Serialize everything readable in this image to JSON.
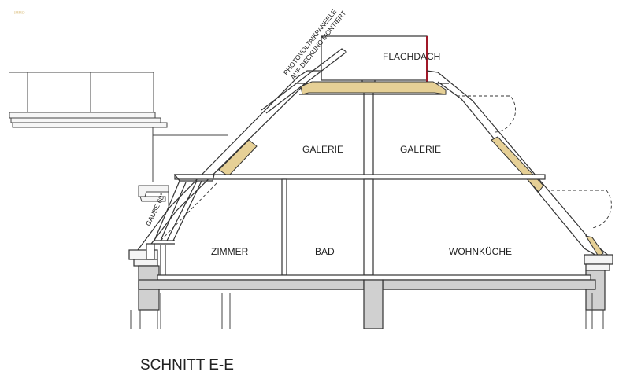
{
  "watermark": "IMMO",
  "title": "SCHNITT E-E",
  "rooms": {
    "flachdach": "FLACHDACH",
    "galerie_left": "GALERIE",
    "galerie_right": "GALERIE",
    "zimmer": "ZIMMER",
    "bad": "BAD",
    "wohnkueche": "WOHNKÜCHE"
  },
  "annotations": {
    "pv_line1": "PHOTOVOLTAIKPANEELE",
    "pv_line2": "AUF DECKUNG MONTIERT",
    "gaube": "GAUBE 68°"
  },
  "colors": {
    "insulation": "#e6d096",
    "wall_grey": "#cfcfcf",
    "line": "#222222"
  }
}
